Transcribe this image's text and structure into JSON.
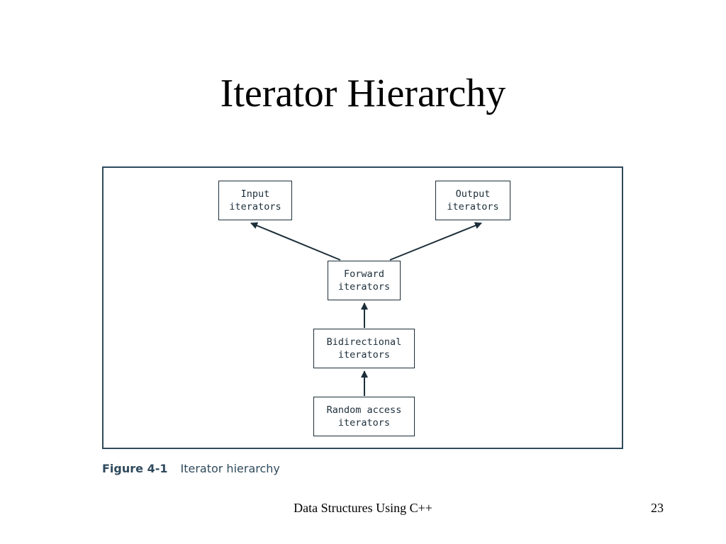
{
  "slide": {
    "title": "Iterator Hierarchy",
    "footer": "Data Structures Using C++",
    "page_number": "23"
  },
  "figure": {
    "caption_number": "Figure 4-1",
    "caption_text": "Iterator hierarchy",
    "nodes": {
      "input": "Input\niterators",
      "output": "Output\niterators",
      "forward": "Forward\niterators",
      "bidirectional": "Bidirectional\niterators",
      "random_access": "Random access\niterators"
    },
    "edges": [
      {
        "from": "forward",
        "to": "input"
      },
      {
        "from": "forward",
        "to": "output"
      },
      {
        "from": "bidirectional",
        "to": "forward"
      },
      {
        "from": "random_access",
        "to": "bidirectional"
      }
    ],
    "colors": {
      "frame": "#2f4a5c",
      "node_border": "#1c2e3a",
      "arrow": "#1c2e3a"
    }
  }
}
